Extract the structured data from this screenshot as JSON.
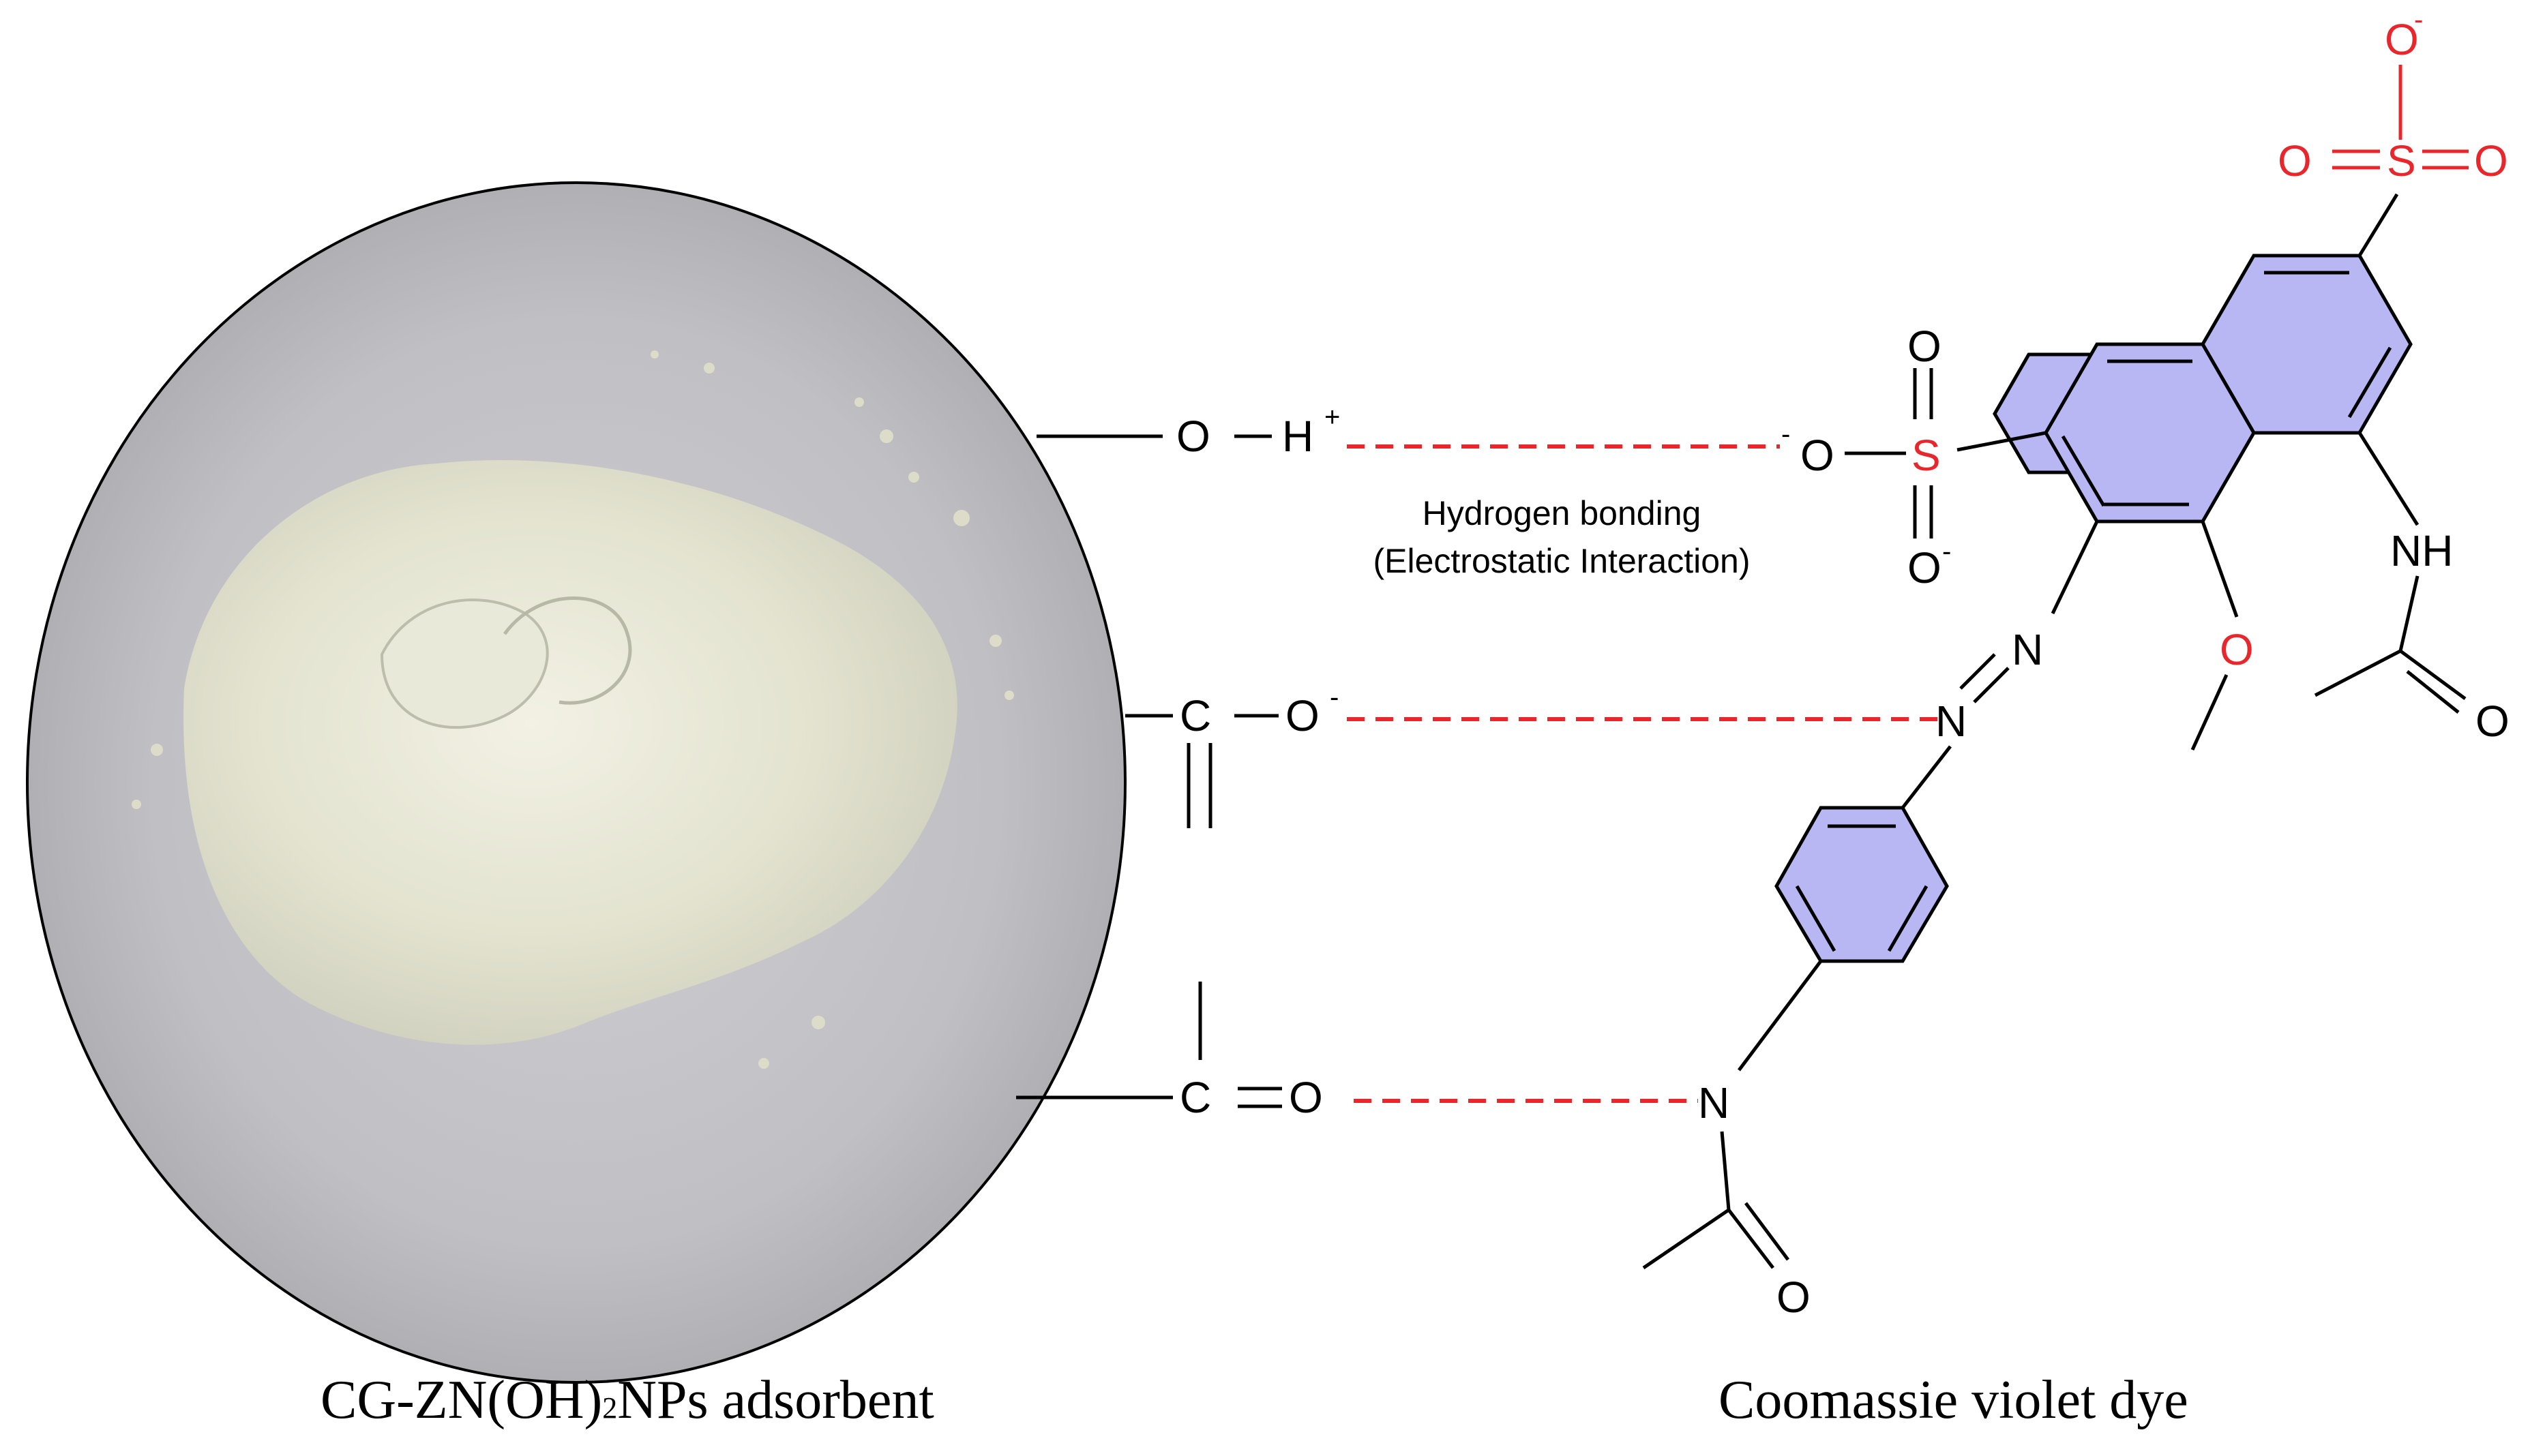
{
  "adsorbent": {
    "caption_main": "CG-ZN(OH)",
    "caption_sub": "2",
    "caption_end": "NPs adsorbent",
    "groups": {
      "hydroxyl": {
        "o": "O",
        "h": "H",
        "charge": "+"
      },
      "carboxylate": {
        "c": "C",
        "o": "O",
        "charge": "-"
      },
      "carbonyl": {
        "c": "C",
        "o": "O"
      }
    }
  },
  "interaction": {
    "line1": "Hydrogen bonding",
    "line2": "(Electrostatic Interaction)"
  },
  "dye": {
    "caption": "Coomassie violet dye",
    "atoms": {
      "sulfonate_left_o_minus": "O",
      "sulfonate_left_s": "S",
      "sulfonate_left_o_top": "O",
      "sulfonate_left_o_bottom": "O",
      "sulfonate_top_o_minus": "O",
      "sulfonate_top_o_left": "O",
      "sulfonate_top_s": "S",
      "sulfonate_top_o_right": "O",
      "amide_nh": "NH",
      "amide_o": "O",
      "methoxy_o": "O",
      "azo_n1": "N",
      "azo_n2": "N",
      "amine_n": "N",
      "acetyl_o": "O"
    },
    "minus": "-"
  },
  "colors": {
    "bond_line": "#e8262b",
    "heteroatom": "#e8262b",
    "aromatic_fill": "#b9b7f3"
  }
}
